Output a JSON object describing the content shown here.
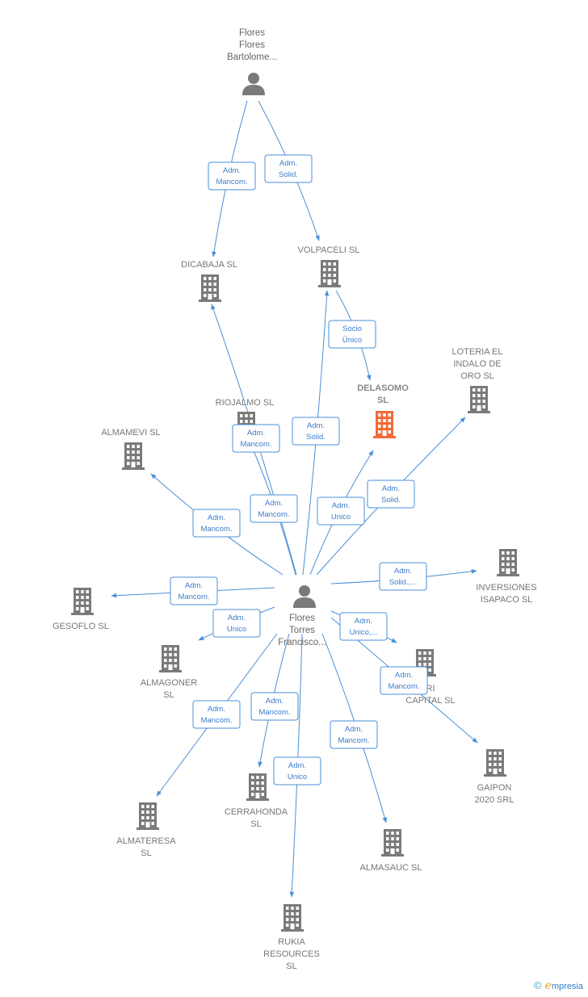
{
  "diagram": {
    "nodes": [
      {
        "id": "bartolome",
        "kind": "person",
        "lines": [
          "Flores",
          "Flores",
          "Bartolome..."
        ]
      },
      {
        "id": "francisco",
        "kind": "person",
        "lines": [
          "Flores",
          "Torres",
          "Francisco..."
        ]
      },
      {
        "id": "dicabaja",
        "kind": "company",
        "lines": [
          "DICABAJA SL"
        ]
      },
      {
        "id": "volpaceli",
        "kind": "company",
        "lines": [
          "VOLPACELI SL"
        ]
      },
      {
        "id": "delasomo",
        "kind": "company-focus",
        "lines": [
          "DELASOMO",
          "SL"
        ],
        "color": "#f26b38"
      },
      {
        "id": "loteria",
        "kind": "company",
        "lines": [
          "LOTERIA EL",
          "INDALO DE",
          "ORO  SL"
        ]
      },
      {
        "id": "riojalmo",
        "kind": "company",
        "lines": [
          "RIOJALMO  SL"
        ]
      },
      {
        "id": "almamevi",
        "kind": "company",
        "lines": [
          "ALMAMEVI  SL"
        ]
      },
      {
        "id": "inversiones",
        "kind": "company",
        "lines": [
          "INVERSIONES",
          "ISAPACO  SL"
        ]
      },
      {
        "id": "gesoflo",
        "kind": "company",
        "lines": [
          "GESOFLO  SL"
        ]
      },
      {
        "id": "almagoner",
        "kind": "company",
        "lines": [
          "ALMAGONER",
          "SL"
        ]
      },
      {
        "id": "ri-capital",
        "kind": "company",
        "lines": [
          "RI",
          "CAPITAL  SL"
        ]
      },
      {
        "id": "gaipon",
        "kind": "company",
        "lines": [
          "GAIPON",
          "2020 SRL"
        ]
      },
      {
        "id": "almateresa",
        "kind": "company",
        "lines": [
          "ALMATERESA",
          "SL"
        ]
      },
      {
        "id": "cerrahonda",
        "kind": "company",
        "lines": [
          "CERRAHONDA",
          "SL"
        ]
      },
      {
        "id": "almasauc",
        "kind": "company",
        "lines": [
          "ALMASAUC  SL"
        ]
      },
      {
        "id": "rukia",
        "kind": "company",
        "lines": [
          "RUKIA",
          "RESOURCES",
          "SL"
        ]
      }
    ],
    "edges": [
      {
        "from": "bartolome",
        "to": "dicabaja",
        "lines": [
          "Adm.",
          "Mancom."
        ]
      },
      {
        "from": "bartolome",
        "to": "volpaceli",
        "lines": [
          "Adm.",
          "Solid."
        ]
      },
      {
        "from": "volpaceli",
        "to": "delasomo",
        "lines": [
          "Socio",
          "Único"
        ]
      },
      {
        "from": "francisco",
        "to": "dicabaja",
        "lines": [
          "Adm.",
          "Mancom."
        ]
      },
      {
        "from": "francisco",
        "to": "volpaceli",
        "lines": [
          "Adm.",
          "Solid."
        ]
      },
      {
        "from": "francisco",
        "to": "riojalmo",
        "lines": [
          "Adm.",
          "Mancom."
        ]
      },
      {
        "from": "francisco",
        "to": "delasomo",
        "lines": [
          "Adm.",
          "Unico"
        ]
      },
      {
        "from": "francisco",
        "to": "loteria",
        "lines": [
          "Adm.",
          "Solid."
        ]
      },
      {
        "from": "francisco",
        "to": "almamevi",
        "lines": [
          "Adm.",
          "Mancom."
        ]
      },
      {
        "from": "francisco",
        "to": "inversiones",
        "lines": [
          "Adm.",
          "Solid.,..."
        ]
      },
      {
        "from": "francisco",
        "to": "gesoflo",
        "lines": [
          "Adm.",
          "Mancom."
        ]
      },
      {
        "from": "francisco",
        "to": "almagoner",
        "lines": [
          "Adm.",
          "Unico"
        ]
      },
      {
        "from": "francisco",
        "to": "ri-capital",
        "lines": [
          "Adm.",
          "Unico,..."
        ]
      },
      {
        "from": "francisco",
        "to": "gaipon",
        "lines": [
          "Adm.",
          "Mancom."
        ]
      },
      {
        "from": "francisco",
        "to": "almateresa",
        "lines": [
          "Adm.",
          "Mancom."
        ]
      },
      {
        "from": "francisco",
        "to": "cerrahonda",
        "lines": [
          "Adm.",
          "Mancom."
        ]
      },
      {
        "from": "francisco",
        "to": "rukia",
        "lines": [
          "Adm.",
          "Unico"
        ]
      },
      {
        "from": "francisco",
        "to": "almasauc",
        "lines": [
          "Adm.",
          "Mancom."
        ]
      }
    ]
  },
  "brand": {
    "copyright": "©",
    "initial": "e",
    "rest": "mpresia"
  },
  "colors": {
    "edge": "#4a8fd8",
    "node": "#7a7a7a",
    "focus": "#f26b38"
  }
}
